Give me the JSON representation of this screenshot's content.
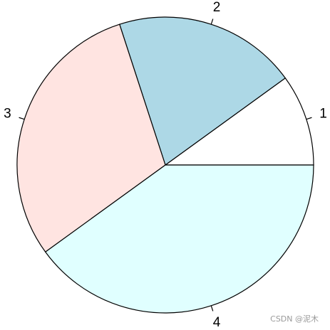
{
  "chart_data": {
    "type": "pie",
    "categories": [
      "1",
      "2",
      "3",
      "4"
    ],
    "values": [
      10,
      20,
      30,
      40
    ],
    "colors": [
      "#ffffff",
      "#add8e6",
      "#ffe4e1",
      "#e0ffff"
    ],
    "start_angle_deg": 0,
    "direction": "counterclockwise",
    "border_color": "#000000"
  },
  "watermark": "CSDN @泥木"
}
